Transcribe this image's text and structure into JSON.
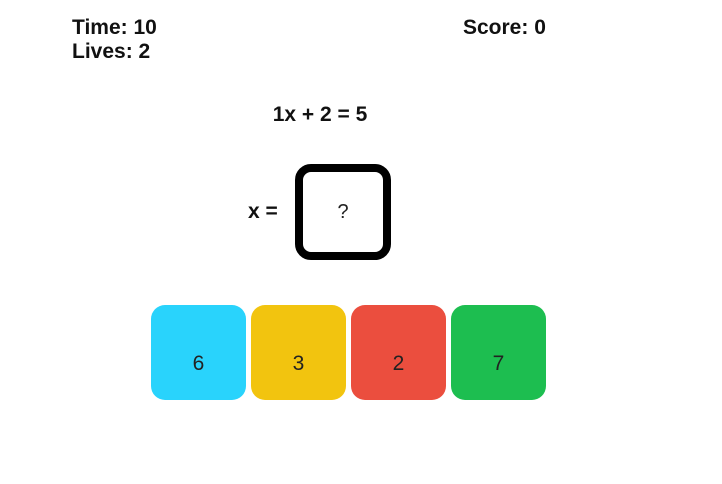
{
  "hud": {
    "time": "Time: 10",
    "lives": "Lives: 2",
    "score": "Score: 0"
  },
  "question": {
    "equation": "1x + 2 = 5",
    "variable_label": "x =",
    "answer_placeholder": "?"
  },
  "options": [
    {
      "value": "6",
      "color": "#29d3fc"
    },
    {
      "value": "3",
      "color": "#f2c40f"
    },
    {
      "value": "2",
      "color": "#eb4e3e"
    },
    {
      "value": "7",
      "color": "#1dbe50"
    }
  ]
}
